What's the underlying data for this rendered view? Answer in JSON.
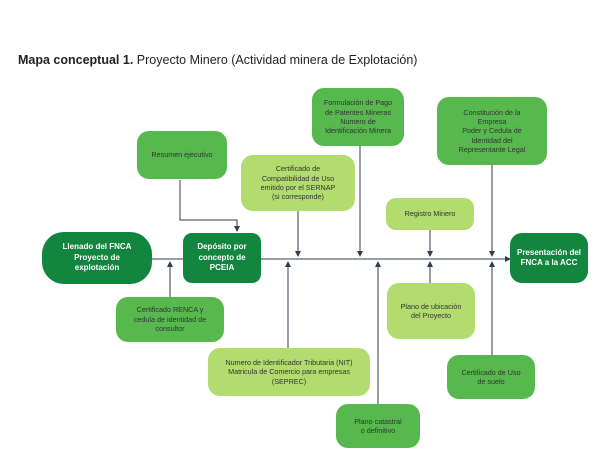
{
  "title": {
    "bold": "Mapa conceptual 1.",
    "rest": " Proyecto Minero (Actividad minera de Explotación)"
  },
  "colors": {
    "dark_green": "#12853f",
    "mid_green": "#57b84e",
    "light_green": "#b2dc6e",
    "line": "#2c3e50"
  },
  "nodes": {
    "llenado": "Llenado del FNCA\nProyecto de\nexplotación",
    "deposito": "Depósito por\nconcepto de\nPCEIA",
    "presentacion": "Presentación del\nFNCA a la ACC",
    "resumen": "Resumen ejecutivo",
    "certificado_compat": "Certificado de\nCompatibilidad de Uso\nemitido por el SERNAP\n(si corresponde)",
    "formulacion": "Formulación de Pago\nde Patentes Mineras\nNumero de\nIdentificación Minera",
    "constitucion": "Constitución de la\nEmpresa\nPoder y Cedula de\nIdentidad del\nRepresentante Legal",
    "registro": "Registro Minero",
    "certificado_renca": "Certificado RENCA y\ncedula de identidad de\nconsultor",
    "nit": "Numero de Identificador Tributaria (NIT)\nMatricula de Comercio para empresas\n(SEPREC)",
    "plano_ubicacion": "Plano de ubicación\ndel Proyecto",
    "plano_catastral": "Plano catastral\no definitivo",
    "certificado_suelo": "Certificado de Uso\nde suelo"
  }
}
